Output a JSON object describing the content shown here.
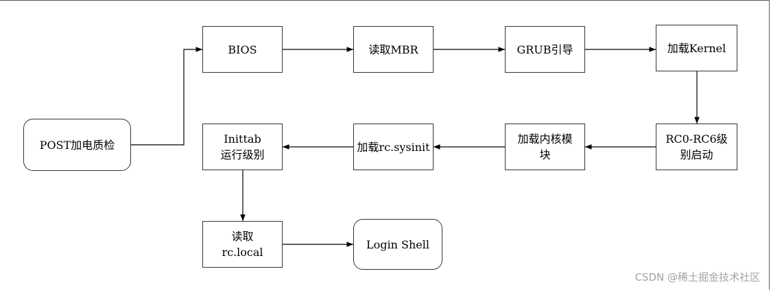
{
  "diagram": {
    "nodes": {
      "post": {
        "lines": [
          "POST加电质检"
        ]
      },
      "bios": {
        "lines": [
          "BIOS"
        ]
      },
      "read_mbr": {
        "lines": [
          "读取MBR"
        ]
      },
      "grub": {
        "lines": [
          "GRUB引导"
        ]
      },
      "load_kernel": {
        "lines": [
          "加载Kernel"
        ]
      },
      "rc_levels": {
        "lines": [
          "RC0-RC6级",
          "别启动"
        ]
      },
      "load_modules": {
        "lines": [
          "加载内核模",
          "块"
        ]
      },
      "rc_sysinit": {
        "lines": [
          "加载rc.sysinit"
        ]
      },
      "inittab": {
        "lines": [
          "Inittab",
          "运行级别"
        ]
      },
      "rc_local": {
        "lines": [
          "读取",
          "rc.local"
        ]
      },
      "login_shell": {
        "lines": [
          "Login Shell"
        ]
      }
    },
    "edges": [
      {
        "from": "post",
        "to": "bios"
      },
      {
        "from": "bios",
        "to": "read_mbr"
      },
      {
        "from": "read_mbr",
        "to": "grub"
      },
      {
        "from": "grub",
        "to": "load_kernel"
      },
      {
        "from": "load_kernel",
        "to": "rc_levels"
      },
      {
        "from": "rc_levels",
        "to": "load_modules"
      },
      {
        "from": "load_modules",
        "to": "rc_sysinit"
      },
      {
        "from": "rc_sysinit",
        "to": "inittab"
      },
      {
        "from": "inittab",
        "to": "rc_local"
      },
      {
        "from": "rc_local",
        "to": "login_shell"
      }
    ]
  },
  "watermark": "CSDN @稀土掘金技术社区"
}
